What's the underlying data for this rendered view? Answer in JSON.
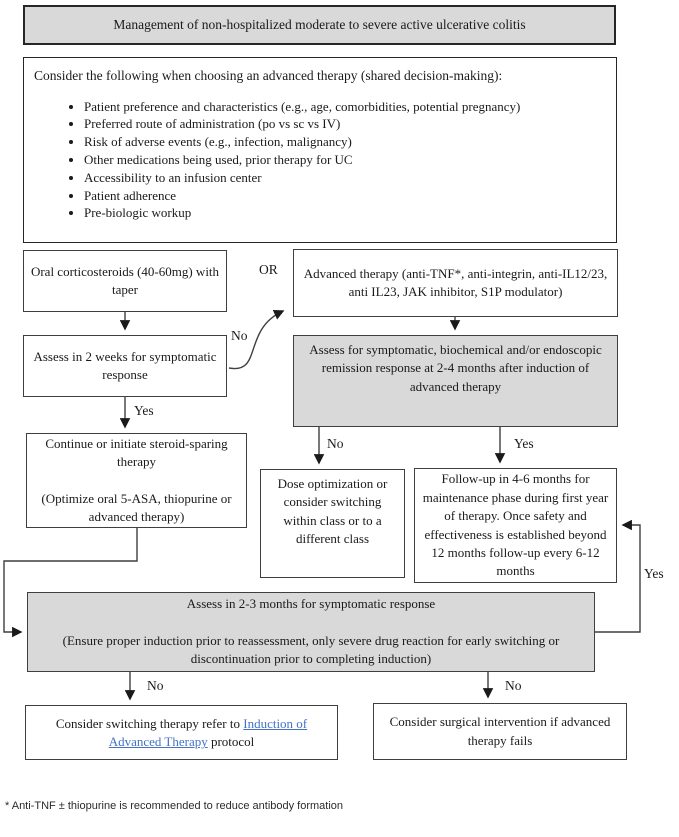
{
  "title": "Management of non-hospitalized moderate to severe active ulcerative colitis",
  "considerations": {
    "heading": "Consider the following when choosing an advanced therapy (shared decision-making):",
    "bullets": [
      "Patient preference and characteristics (e.g., age, comorbidities, potential pregnancy)",
      "Preferred route of administration (po vs sc vs IV)",
      "Risk of adverse events (e.g., infection, malignancy)",
      "Other medications being used, prior therapy for UC",
      "Accessibility to an infusion center",
      "Patient adherence",
      "Pre-biologic workup"
    ]
  },
  "nodes": {
    "oral_steroids": "Oral corticosteroids (40-60mg) with taper",
    "advanced_therapy": "Advanced therapy (anti-TNF*, anti-integrin, anti-IL12/23, anti IL23, JAK inhibitor, S1P modulator)",
    "assess_2_weeks": "Assess in 2 weeks for symptomatic response",
    "assess_remission": "Assess for symptomatic, biochemical and/or endoscopic remission response at 2-4 months after induction of advanced therapy",
    "continue_steroid_sparing": {
      "line1": "Continue or initiate steroid-sparing therapy",
      "line2": "(Optimize oral 5-ASA, thiopurine or advanced therapy)"
    },
    "dose_optimization": "Dose optimization or consider switching within class or to a different class",
    "follow_up": "Follow-up in 4-6 months for maintenance phase during first year of therapy. Once safety and effectiveness is established beyond 12 months follow-up every 6-12 months",
    "assess_2_3_months": {
      "line1": "Assess in 2-3 months for symptomatic response",
      "line2": "(Ensure proper induction prior to reassessment, only severe drug reaction for early switching or discontinuation prior to completing induction)"
    },
    "consider_switching": {
      "prefix": "Consider switching therapy refer to ",
      "link": "Induction of Advanced Therapy",
      "suffix": " protocol"
    },
    "surgical": "Consider surgical intervention if advanced therapy fails"
  },
  "labels": {
    "or": "OR",
    "assess_2wk_no": "No",
    "assess_2wk_yes": "Yes",
    "remission_no": "No",
    "remission_yes": "Yes",
    "loop_yes": "Yes",
    "switch_no": "No",
    "surgical_no": "No"
  },
  "footnote": "* Anti-TNF ± thiopurine is recommended to reduce antibody formation",
  "colors": {
    "box_gray_fill": "#d9d9d9",
    "line_color": "#3f3f3f",
    "link_blue": "#4472c4"
  }
}
